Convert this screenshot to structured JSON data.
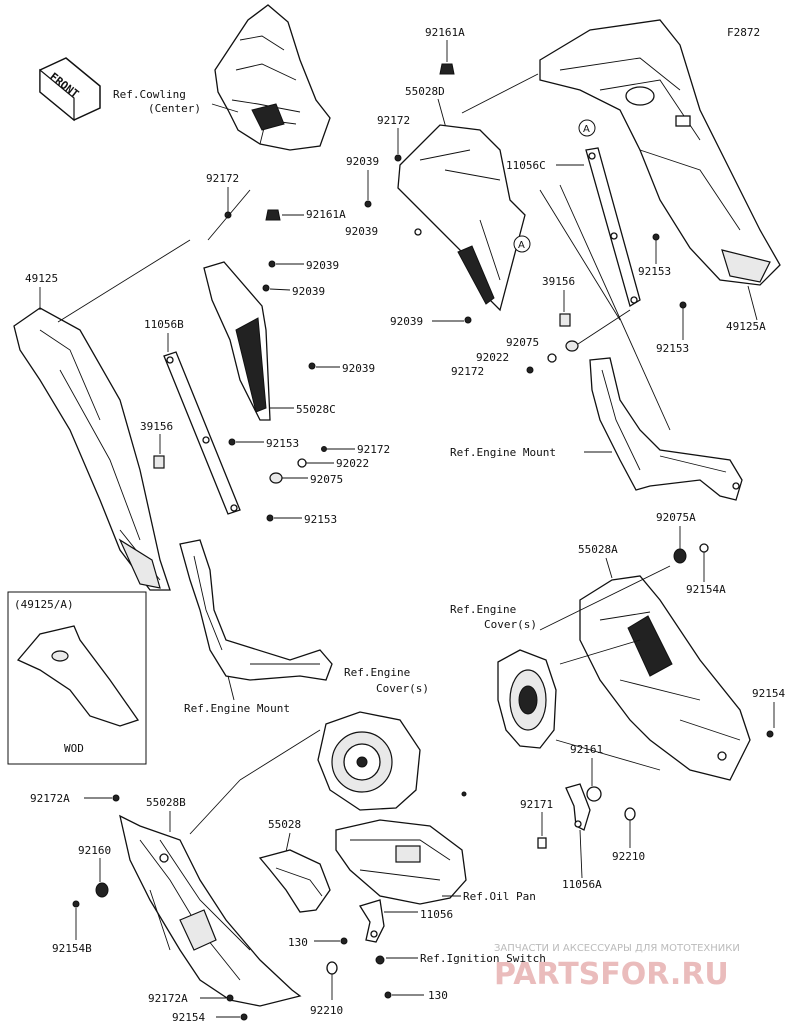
{
  "figure_id": "F2872",
  "front_label": "FRONT",
  "inset": {
    "title": "(49125/A)",
    "caption": "WOD"
  },
  "watermark": {
    "line1": "ЗАПЧАСТИ И АКСЕССУАРЫ ДЛЯ МОТОТЕХНИКИ",
    "logo": "PARTSFOR.RU"
  },
  "labels": {
    "ref_cowling_center": "Ref.Cowling",
    "ref_cowling_center_2": "(Center)",
    "p92161A_top": "92161A",
    "p55028D": "55028D",
    "p92172_a": "92172",
    "p92039_a": "92039",
    "p92039_b": "92039",
    "p92039_c": "92039",
    "p11056C": "11056C",
    "p92172_left": "92172",
    "p92161A_left": "92161A",
    "p92039_l1": "92039",
    "p92039_l2": "92039",
    "p92039_l3": "92039",
    "p49125": "49125",
    "p11056B": "11056B",
    "p55028C": "55028C",
    "p39156_left": "39156",
    "p92153_l1": "92153",
    "p92172_l2": "92172",
    "p92022_left": "92022",
    "p92075_left": "92075",
    "p92153_l2": "92153",
    "p39156_right": "39156",
    "p92153_r1": "92153",
    "p92153_r2": "92153",
    "p49125A": "49125A",
    "p92075_right": "92075",
    "p92022_right": "92022",
    "p92172_right": "92172",
    "ref_engine_mount_right": "Ref.Engine Mount",
    "ref_engine_mount_left": "Ref.Engine Mount",
    "p92075A": "92075A",
    "p55028A": "55028A",
    "p92154A": "92154A",
    "ref_engine_cover_r1": "Ref.Engine",
    "ref_engine_cover_r2": "Cover(s)",
    "p92154_right": "92154",
    "p92161": "92161",
    "p92171": "92171",
    "p92210_right": "92210",
    "p11056A": "11056A",
    "ref_engine_cover_c1": "Ref.Engine",
    "ref_engine_cover_c2": "Cover(s)",
    "p92172A_top": "92172A",
    "p55028B": "55028B",
    "p92160": "92160",
    "p92154B": "92154B",
    "p55028": "55028",
    "ref_oil_pan": "Ref.Oil Pan",
    "p11056": "11056",
    "p130_a": "130",
    "ref_ignition_switch": "Ref.Ignition Switch",
    "p130_b": "130",
    "p92172A_bottom": "92172A",
    "p92210_bottom": "92210",
    "p92154_bottom": "92154",
    "callout_A": "A"
  }
}
